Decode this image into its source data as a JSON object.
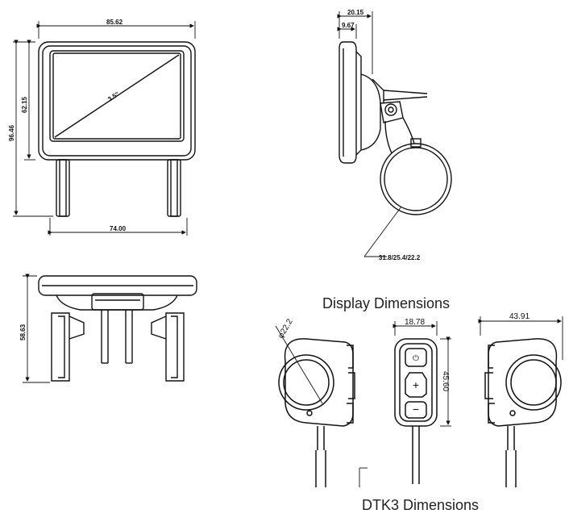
{
  "display": {
    "dims": {
      "width": "85.62",
      "screen_height": "62.15",
      "total_height": "96.46",
      "diagonal": "3.5\"",
      "base_width": "74.00",
      "depth": "20.15",
      "depth_inner": "9.67",
      "clamp_sizes": "31.8/25.4/22.2",
      "bottom_height": "58.63"
    },
    "caption": "Display Dimensions"
  },
  "remote": {
    "dims": {
      "ring": "φ22.2",
      "width": "18.78",
      "height": "45.60",
      "depth": "43.91"
    },
    "caption": "DTK3 Dimensions",
    "buttons": [
      {
        "glyph": "⏻"
      },
      {
        "glyph": "+"
      },
      {
        "glyph": "−"
      }
    ]
  }
}
